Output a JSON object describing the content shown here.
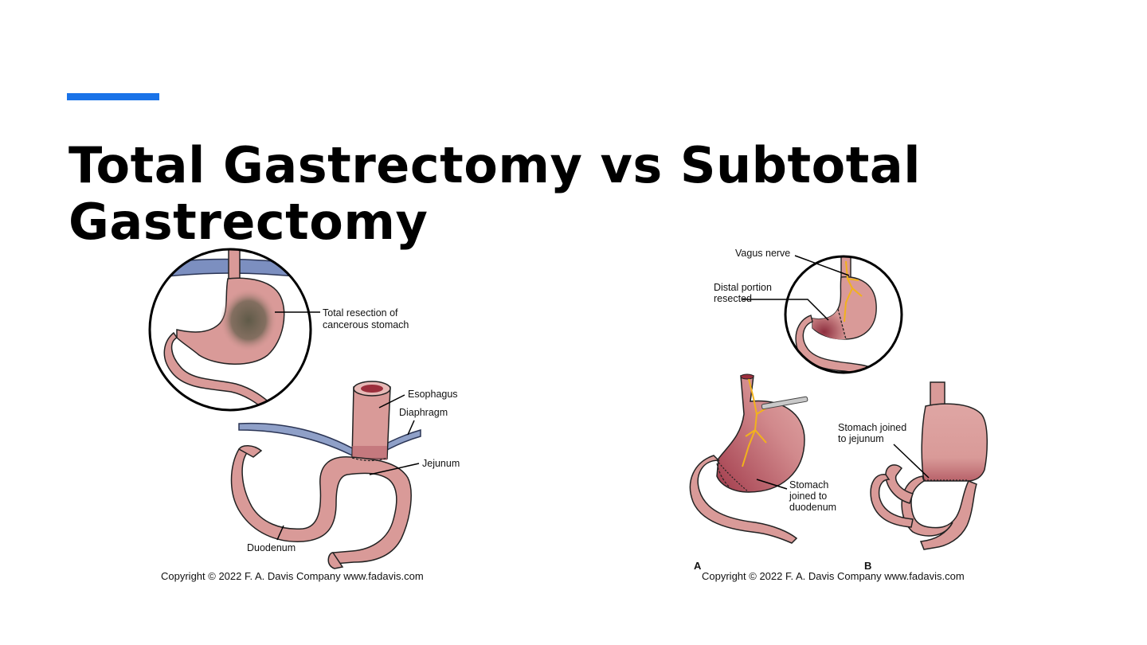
{
  "slide": {
    "title": "Total Gastrectomy vs Subtotal Gastrectomy",
    "accent_color": "#1a73e8"
  },
  "figure_total": {
    "labels": {
      "total_resection_line1": "Total resection of",
      "total_resection_line2": "cancerous stomach",
      "esophagus": "Esophagus",
      "diaphragm": "Diaphragm",
      "jejunum": "Jejunum",
      "duodenum": "Duodenum"
    },
    "copyright": "Copyright © 2022 F. A. Davis Company www.fadavis.com"
  },
  "figure_subtotal": {
    "labels": {
      "vagus_nerve": "Vagus nerve",
      "distal_line1": "Distal portion",
      "distal_line2": "resected",
      "stomach_duodenum_line1": "Stomach",
      "stomach_duodenum_line2": "joined to",
      "stomach_duodenum_line3": "duodenum",
      "stomach_jejunum_line1": "Stomach joined",
      "stomach_jejunum_line2": "to jejunum",
      "panel_a": "A",
      "panel_b": "B"
    },
    "copyright": "Copyright © 2022 F. A. Davis Company www.fadavis.com"
  },
  "colors": {
    "tissue": "#d99a98",
    "tissue_dark": "#a8505a",
    "tumor": "#6f6a55",
    "diaphragm": "#8fa0c8",
    "nerve": "#f2b21c"
  }
}
